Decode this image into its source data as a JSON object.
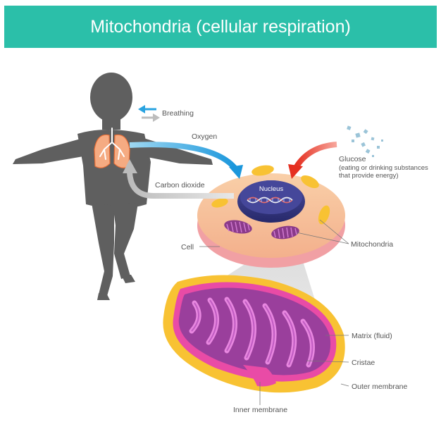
{
  "title": "Mitochondria (cellular respiration)",
  "labels": {
    "breathing": "Breathing",
    "oxygen": "Oxygen",
    "carbon_dioxide": "Carbon dioxide",
    "glucose": "Glucose",
    "glucose_note_1": "(eating or drinking substances",
    "glucose_note_2": "that provide energy)",
    "nucleus": "Nucleus",
    "cell": "Cell",
    "mitochondria": "Mitochondria",
    "matrix": "Matrix (fluid)",
    "cristae": "Cristae",
    "outer_membrane": "Outer membrane",
    "inner_membrane": "Inner membrane"
  },
  "colors": {
    "title_bar": "#2bbfa9",
    "oxygen_arrow": "#29a3e0",
    "glucose_arrow": "#e8382a",
    "co2_arrow": "#c8c8c8",
    "silhouette": "#5f5f5f",
    "cell": "#f6c09a",
    "mitochondria_outer": "#f8c233",
    "matrix": "#9a3f9c"
  }
}
